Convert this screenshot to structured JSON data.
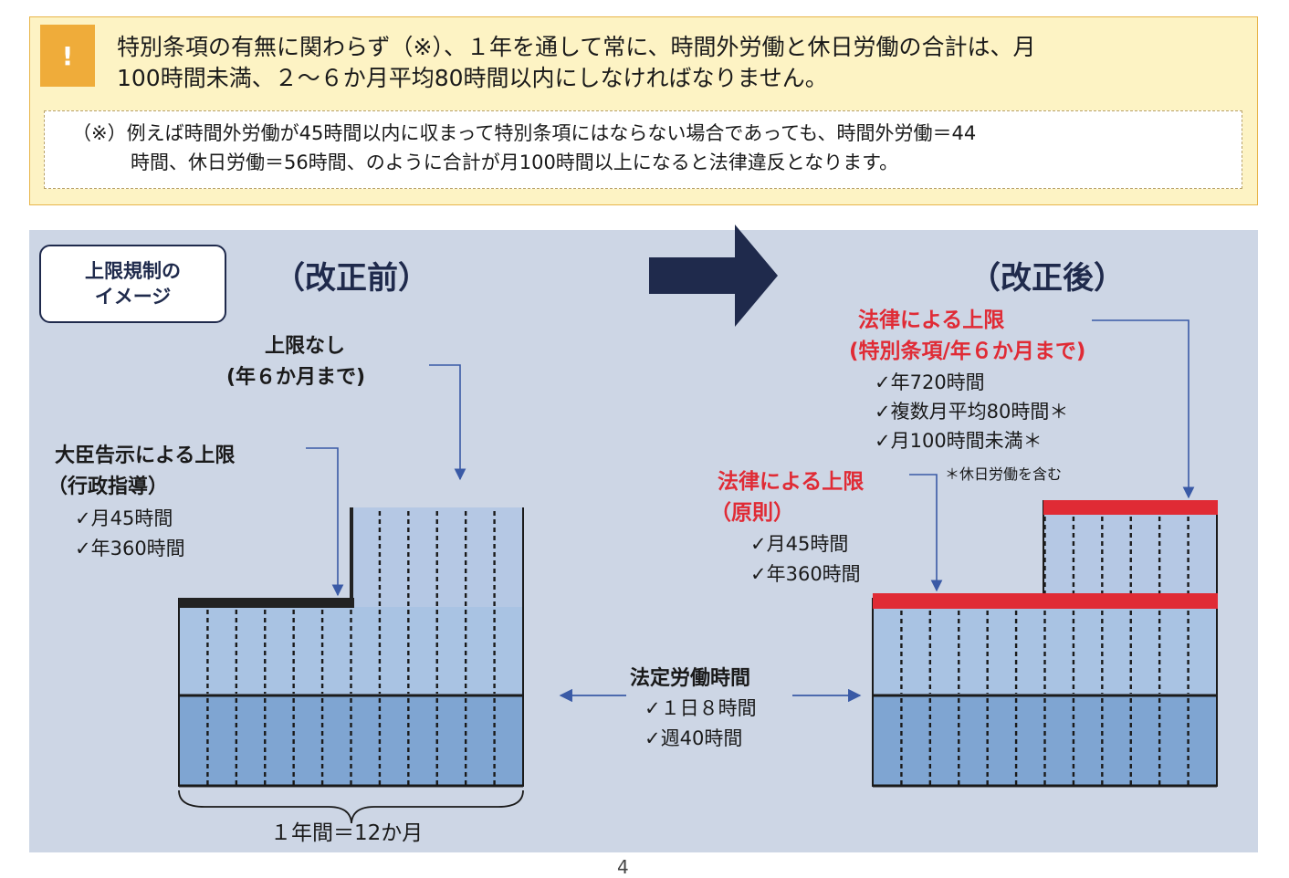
{
  "notice": {
    "badge": "!",
    "line1": "特別条項の有無に関わらず（※）、１年を通して常に、時間外労働と休日労働の合計は、月",
    "line2": "100時間未満、２～６か月平均80時間以内にしなければなりません。",
    "sub_line1": "（※）例えば時間外労働が45時間以内に収まって特別条項にはならない場合であっても、時間外労働＝44",
    "sub_line2": "時間、休日労働＝56時間、のように合計が月100時間以上になると法律違反となります。"
  },
  "diagram": {
    "image_label_line1": "上限規制の",
    "image_label_line2": "イメージ",
    "before_heading": "（改正前）",
    "after_heading": "（改正後）",
    "no_limit_line1": "上限なし",
    "no_limit_line2": "(年６か月まで)",
    "minister_line1": "大臣告示による上限",
    "minister_line2": "（行政指導）",
    "minister_item1": "✓月45時間",
    "minister_item2": "✓年360時間",
    "law_special_line1": "法律による上限",
    "law_special_line2": "(特別条項/年６か月まで)",
    "law_special_item1": "✓年720時間",
    "law_special_item2": "✓複数月平均80時間＊",
    "law_special_item3": "✓月100時間未満＊",
    "law_special_note": "＊休日労働を含む",
    "law_principle_line1": "法律による上限",
    "law_principle_line2": "（原則）",
    "law_principle_item1": "✓月45時間",
    "law_principle_item2": "✓年360時間",
    "statutory_title": "法定労働時間",
    "statutory_item1": "✓１日８時間",
    "statutory_item2": "✓週40時間",
    "year_label": "１年間＝12か月",
    "months": 12
  },
  "page_number": "4",
  "colors": {
    "panel": "#cdd6e5",
    "navy": "#1f2a4c",
    "red_limit": "#e02b35",
    "badge": "#efac3a",
    "arrow_line": "#3a5aa6"
  }
}
